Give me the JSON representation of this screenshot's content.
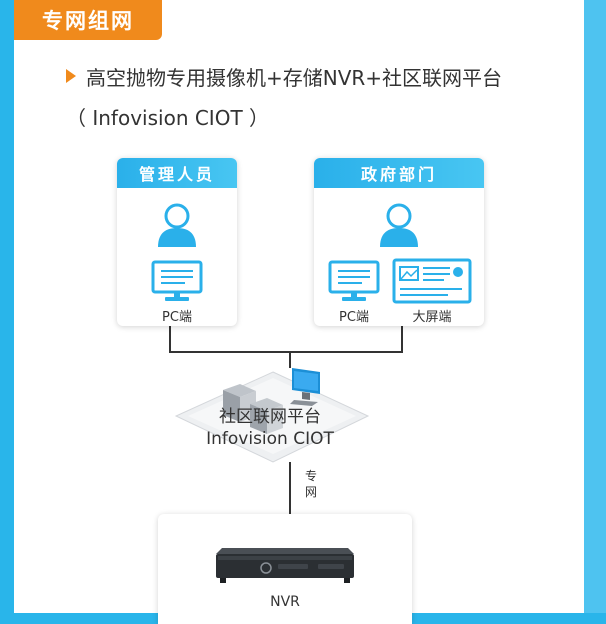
{
  "badge": "专网组网",
  "title": "高空抛物专用摄像机+存储NVR+社区联网平台",
  "subtitle": "（ Infovision CIOT ）",
  "manager_box": {
    "header": "管理人员",
    "pc_label": "PC端"
  },
  "gov_box": {
    "header": "政府部门",
    "pc_label": "PC端",
    "screen_label": "大屏端"
  },
  "platform": {
    "line1": "社区联网平台",
    "line2": "Infovision CIOT"
  },
  "link_label": "专网",
  "nvr": {
    "label": "NVR"
  },
  "colors": {
    "accent_orange": "#f08a1c",
    "header_blue": "#2ab0ea",
    "bg_blue": "#29b5ea"
  }
}
